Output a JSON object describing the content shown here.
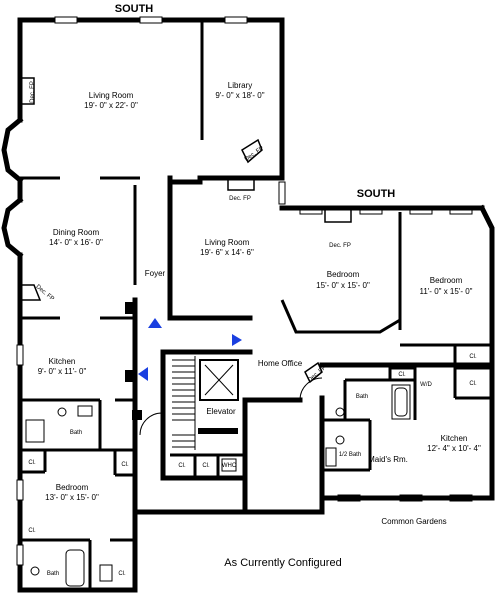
{
  "compass": {
    "south_main": "SOUTH",
    "south_wing": "SOUTH"
  },
  "rooms": {
    "living_room": {
      "name": "Living Room",
      "dims": "19'- 0\" x 22'- 0\""
    },
    "library": {
      "name": "Library",
      "dims": "9'- 0\" x 18'- 0\""
    },
    "dining_room": {
      "name": "Dining Room",
      "dims": "14'- 0\" x 16'- 0\""
    },
    "living_room_2": {
      "name": "Living Room",
      "dims": "19'- 6\" x 14'- 6\""
    },
    "bedroom_center": {
      "name": "Bedroom",
      "dims": "15'- 0\" x 15'- 0\""
    },
    "bedroom_east": {
      "name": "Bedroom",
      "dims": "11'- 0\" x 15'- 0\""
    },
    "kitchen_west": {
      "name": "Kitchen",
      "dims": "9'- 0\" x 11'- 0\""
    },
    "bedroom_south": {
      "name": "Bedroom",
      "dims": "13'- 0\" x 15'- 0\""
    },
    "kitchen_east": {
      "name": "Kitchen",
      "dims": "12'- 4\" x 10'- 4\""
    }
  },
  "labels": {
    "foyer": "Foyer",
    "home_office": "Home Office",
    "elevator": "Elevator",
    "dec_fp_living": "Dec. FP",
    "dec_fp_library": "Dec. FP",
    "dec_fp_living2": "Dec. FP",
    "dec_fp_bedroom": "Dec. FP",
    "dec_fp_dining": "Dec. FP",
    "dec_fp_office": "Dec. FP",
    "bath_kitchen": "Bath",
    "bath_bedroom": "Bath",
    "bath_wing": "Bath",
    "half_bath": "1/2 Bath",
    "maids_room": "Maid's Rm.",
    "wd": "W/D",
    "whc": "WHC",
    "cl_1": "Cl.",
    "cl_2": "Cl.",
    "cl_3": "Cl.",
    "cl_4": "Cl.",
    "cl_5": "Cl.",
    "cl_6": "Cl.",
    "cl_7": "Cl.",
    "cl_8": "Cl.",
    "cl_9": "Cl."
  },
  "common_gardens": "Common Gardens",
  "caption": "As Currently Configured",
  "colors": {
    "arrow": "#1a3fe0",
    "wall": "#000000"
  }
}
